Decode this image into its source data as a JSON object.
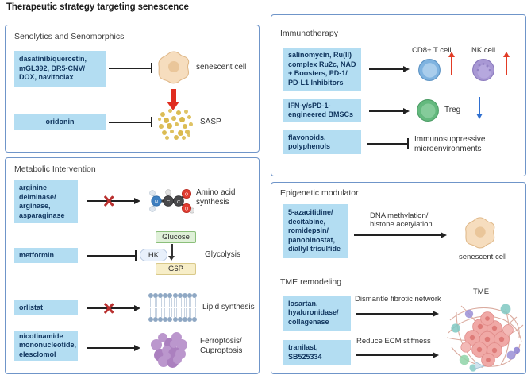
{
  "figure": {
    "title": "Therapeutic strategy targeting senescence"
  },
  "panels": {
    "senolytics": {
      "title": "Senolytics and Senomorphics",
      "rows": [
        {
          "drugs": "dasatinib/quercetin, mGL392, DR5-CNV/ DOX, navitoclax",
          "connector": "inhibition",
          "target_label": "senescent cell",
          "target_icon": "senescent-cell-icon"
        },
        {
          "drugs": "oridonin",
          "connector": "inhibition",
          "target_label": "SASP",
          "target_icon": "sasp-particles-icon"
        }
      ],
      "internal_arrow": {
        "from": "senescent cell",
        "to": "SASP",
        "style": "thick-red-down-arrow",
        "color": "#e02d20"
      }
    },
    "metabolic": {
      "title": "Metabolic Intervention",
      "rows": [
        {
          "drugs": "arginine deiminase/ arginase, asparaginase",
          "connector": "arrow-blocked",
          "target_label": "Amino acid\nsynthesis",
          "target_icon": "amino-acid-molecule-icon"
        },
        {
          "drugs": "metformin",
          "connector": "inhibition",
          "target_label": "Glycolysis",
          "target_icon": "glycolysis-pathway-icon",
          "pathway": {
            "substrate": "Glucose",
            "enzyme": "HK",
            "product": "G6P"
          }
        },
        {
          "drugs": "orlistat",
          "connector": "arrow-blocked",
          "target_label": "Lipid synthesis",
          "target_icon": "lipid-bilayer-icon"
        },
        {
          "drugs": "nicotinamide mononucleotide, elesclomol",
          "connector": "arrow",
          "target_label": "Ferroptosis/\nCuproptosis",
          "target_icon": "ferroptosis-cluster-icon"
        }
      ]
    },
    "immunotherapy": {
      "title": "Immunotherapy",
      "rows": [
        {
          "drugs": "salinomycin, Ru(II) complex Ru2c, NAD + Boosters, PD-1/ PD-L1 Inhibitors",
          "connector": "arrow",
          "targets": [
            {
              "label": "CD8+ T cell",
              "icon": "cd8-t-cell-icon",
              "trend": "up",
              "trend_color": "#e23b25"
            },
            {
              "label": "NK cell",
              "icon": "nk-cell-icon",
              "trend": "up",
              "trend_color": "#e23b25"
            }
          ]
        },
        {
          "drugs": "IFN-γ/sPD-1-engineered BMSCs",
          "connector": "arrow",
          "targets": [
            {
              "label": "Treg",
              "icon": "treg-cell-icon",
              "trend": "down",
              "trend_color": "#2f6fd0"
            }
          ]
        },
        {
          "drugs": "flavonoids, polyphenols",
          "connector": "inhibition",
          "targets": [
            {
              "label": "Immunosuppressive\nmicroenvironments",
              "icon": "",
              "trend": "",
              "trend_color": ""
            }
          ]
        }
      ]
    },
    "epigenetic": {
      "title": "Epigenetic modulator",
      "rows": [
        {
          "drugs": "5-azacitidine/ decitabine, romidepsin/ panobinostat, diallyl trisulfide",
          "arrow_label": "DNA methylation/\nhistone acetylation",
          "connector": "arrow",
          "target_label": "senescent cell",
          "target_icon": "senescent-cell-icon"
        }
      ]
    },
    "tme": {
      "title": "TME remodeling",
      "target_label": "TME",
      "target_icon": "tme-cluster-icon",
      "rows": [
        {
          "drugs": "losartan, hyaluronidase/ collagenase",
          "arrow_label": "Dismantle fibrotic network",
          "connector": "arrow"
        },
        {
          "drugs": "tranilast, SB525334",
          "arrow_label": "Reduce ECM stiffness",
          "connector": "arrow"
        }
      ]
    }
  },
  "colors": {
    "panel_border": "#6f95c9",
    "drug_box": "#b3ddf2",
    "drug_text": "#10355e",
    "red_arrow": "#e02d20",
    "blue_arrow": "#2f6fd0",
    "senescent_cell": "#f4d7b4",
    "sasp_particle": "#d9b84a",
    "cd8_cell": "#7fb3e0",
    "nk_cell": "#a898d4",
    "treg_cell": "#64b97e",
    "glucose_box": "#dff0d8",
    "g6p_box": "#f7eec8",
    "hk_box": "#e8f0fb"
  }
}
